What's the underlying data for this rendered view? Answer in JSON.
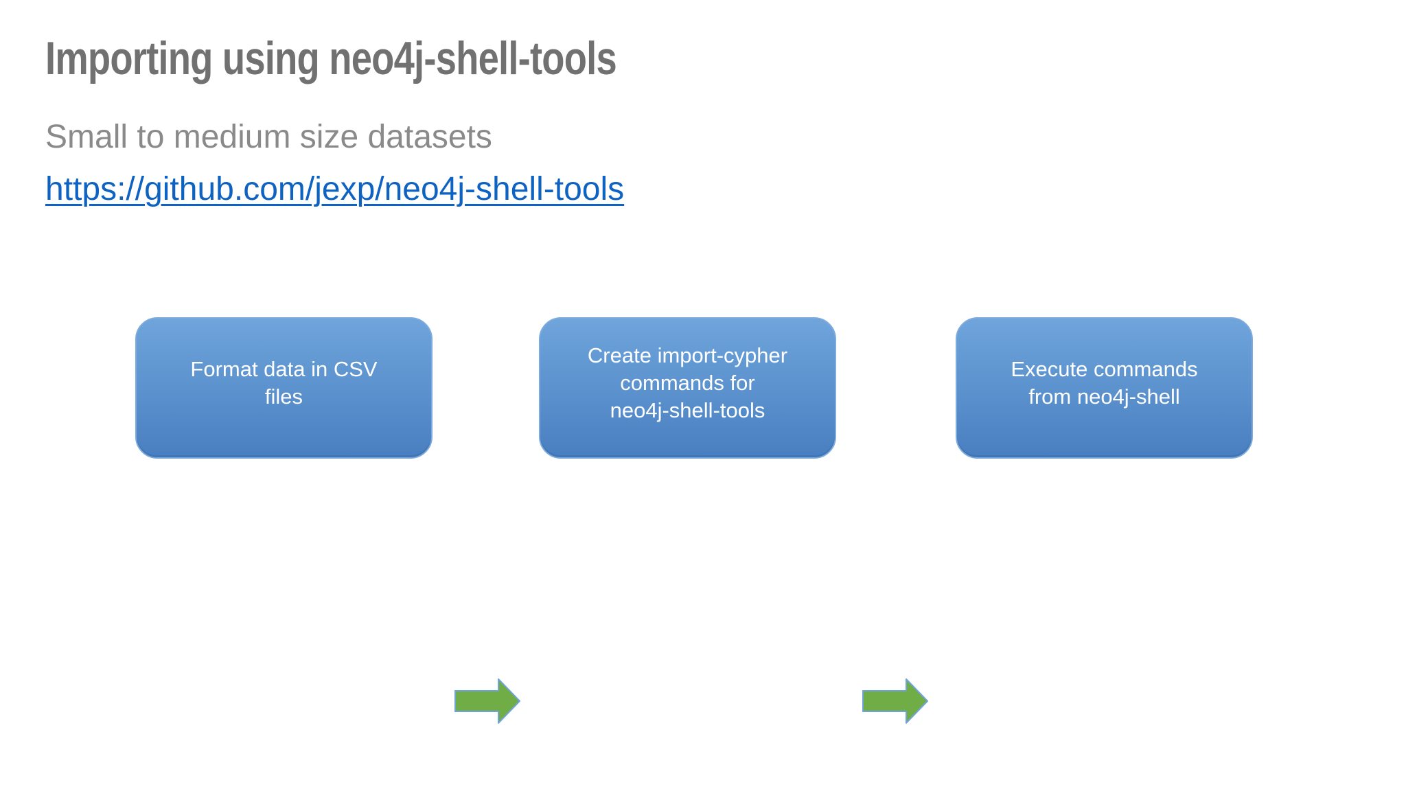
{
  "slide": {
    "title": "Importing using neo4j-shell-tools",
    "subtitle": "Small to medium size datasets",
    "link": "https://github.com/jexp/neo4j-shell-tools"
  },
  "flow": {
    "arrow_icon": "arrow-right-icon",
    "steps": [
      {
        "label": "Format data in CSV files",
        "lines": [
          "Format data in CSV",
          "files"
        ]
      },
      {
        "label": "Create import-cypher commands for neo4j-shell-tools",
        "lines": [
          "Create import-cypher",
          "commands for",
          "neo4j-shell-tools"
        ]
      },
      {
        "label": "Execute commands from neo4j-shell",
        "lines": [
          "Execute commands",
          "from neo4j-shell"
        ]
      }
    ]
  },
  "colors": {
    "background": "#ffffff",
    "title-gray": "#717171",
    "subtitle-gray": "#8a8a8a",
    "link-blue": "#0d62c2",
    "box-gradient-top": "#6fa5db",
    "box-gradient-bottom": "#497fc0",
    "box-border": "#7dabde",
    "box-text": "#ffffff",
    "arrow-green": "#70ad47",
    "arrow-border": "#6fa3d9"
  }
}
